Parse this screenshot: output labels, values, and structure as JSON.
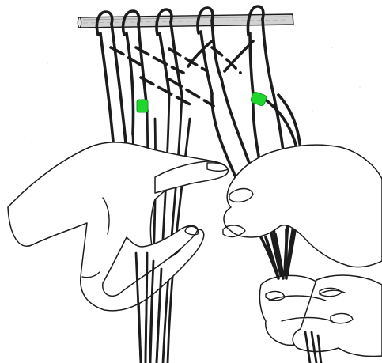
{
  "colors": {
    "background": "#ffffff",
    "ink": "#1c1c1c",
    "rod": "#d2d2d2",
    "bead": "#1fd62f"
  },
  "illustration": {
    "subject": "macrame-cords-on-rod-held-by-hands",
    "bead_count": 2,
    "loop_count": 5
  }
}
